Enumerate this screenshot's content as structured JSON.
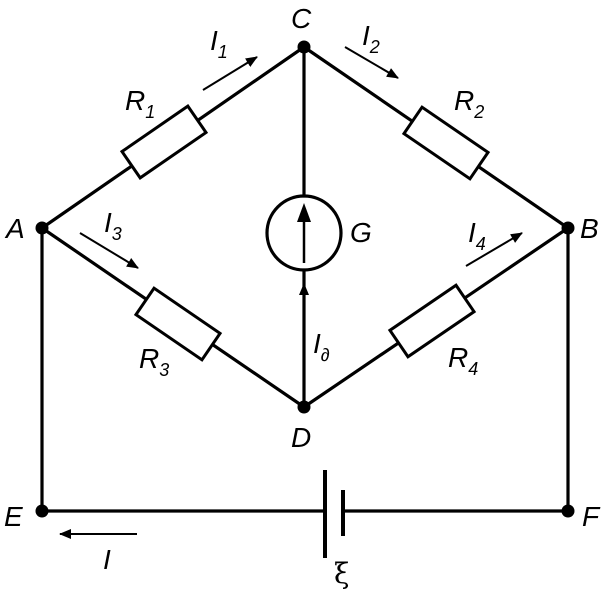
{
  "nodes": {
    "A": "A",
    "B": "B",
    "C": "C",
    "D": "D",
    "E": "E",
    "F": "F"
  },
  "resistors": [
    {
      "main": "R",
      "sub": "1"
    },
    {
      "main": "R",
      "sub": "2"
    },
    {
      "main": "R",
      "sub": "3"
    },
    {
      "main": "R",
      "sub": "4"
    }
  ],
  "currents": [
    {
      "main": "I",
      "sub": "1"
    },
    {
      "main": "I",
      "sub": "2"
    },
    {
      "main": "I",
      "sub": "3"
    },
    {
      "main": "I",
      "sub": "4"
    },
    {
      "main": "I",
      "sub": "∂"
    },
    {
      "main": "I",
      "sub": ""
    }
  ],
  "galvanometer_label": "G",
  "emf_label": "ξ"
}
